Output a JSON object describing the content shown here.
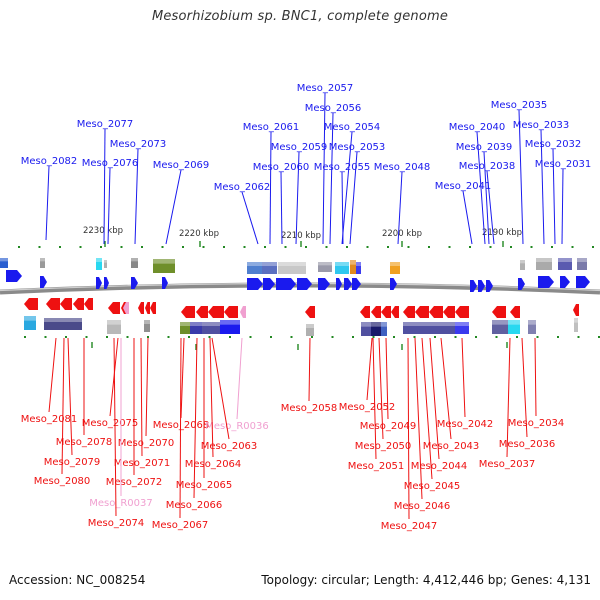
{
  "title": "Mesorhizobium sp. BNC1, complete genome",
  "footer": {
    "accession": "Accession: NC_008254",
    "topology": "Topology: circular; Length: 4,412,446 bp; Genes: 4,131"
  },
  "colors": {
    "forward_gene": "#1a1aee",
    "reverse_gene": "#ee1111",
    "pseudo_gene": "#f0a0d0",
    "backbone": "#888888",
    "tick": "#228822"
  },
  "ruler": [
    "2230 kbp",
    "2220 kbp",
    "2210 kbp",
    "2200 kbp",
    "2190 kbp"
  ],
  "top_labels": [
    "Meso_2057",
    "Meso_2035",
    "Meso_2056",
    "Meso_2077",
    "Meso_2054",
    "Meso_2061",
    "Meso_2040",
    "Meso_2033",
    "Meso_2073",
    "Meso_2059",
    "Meso_2053",
    "Meso_2039",
    "Meso_2032",
    "Meso_2082",
    "Meso_2076",
    "Meso_2069",
    "Meso_2060",
    "Meso_2055",
    "Meso_2048",
    "Meso_2038",
    "Meso_2031",
    "Meso_2062",
    "Meso_2041"
  ],
  "bottom_labels": [
    "Meso_2058",
    "Meso_2052",
    "Meso_2081",
    "Meso_2075",
    "Meso_2068",
    "Meso_R0036",
    "Meso_2049",
    "Meso_2042",
    "Meso_2034",
    "Meso_2078",
    "Meso_2070",
    "Meso_2063",
    "Meso_2050",
    "Meso_2043",
    "Meso_2036",
    "Meso_2079",
    "Meso_2071",
    "Meso_2064",
    "Meso_2051",
    "Meso_2044",
    "Meso_2037",
    "Meso_2080",
    "Meso_2072",
    "Meso_2065",
    "Meso_2045",
    "Meso_R0037",
    "Meso_2066",
    "Meso_2046",
    "Meso_2074",
    "Meso_2067",
    "Meso_2047"
  ]
}
